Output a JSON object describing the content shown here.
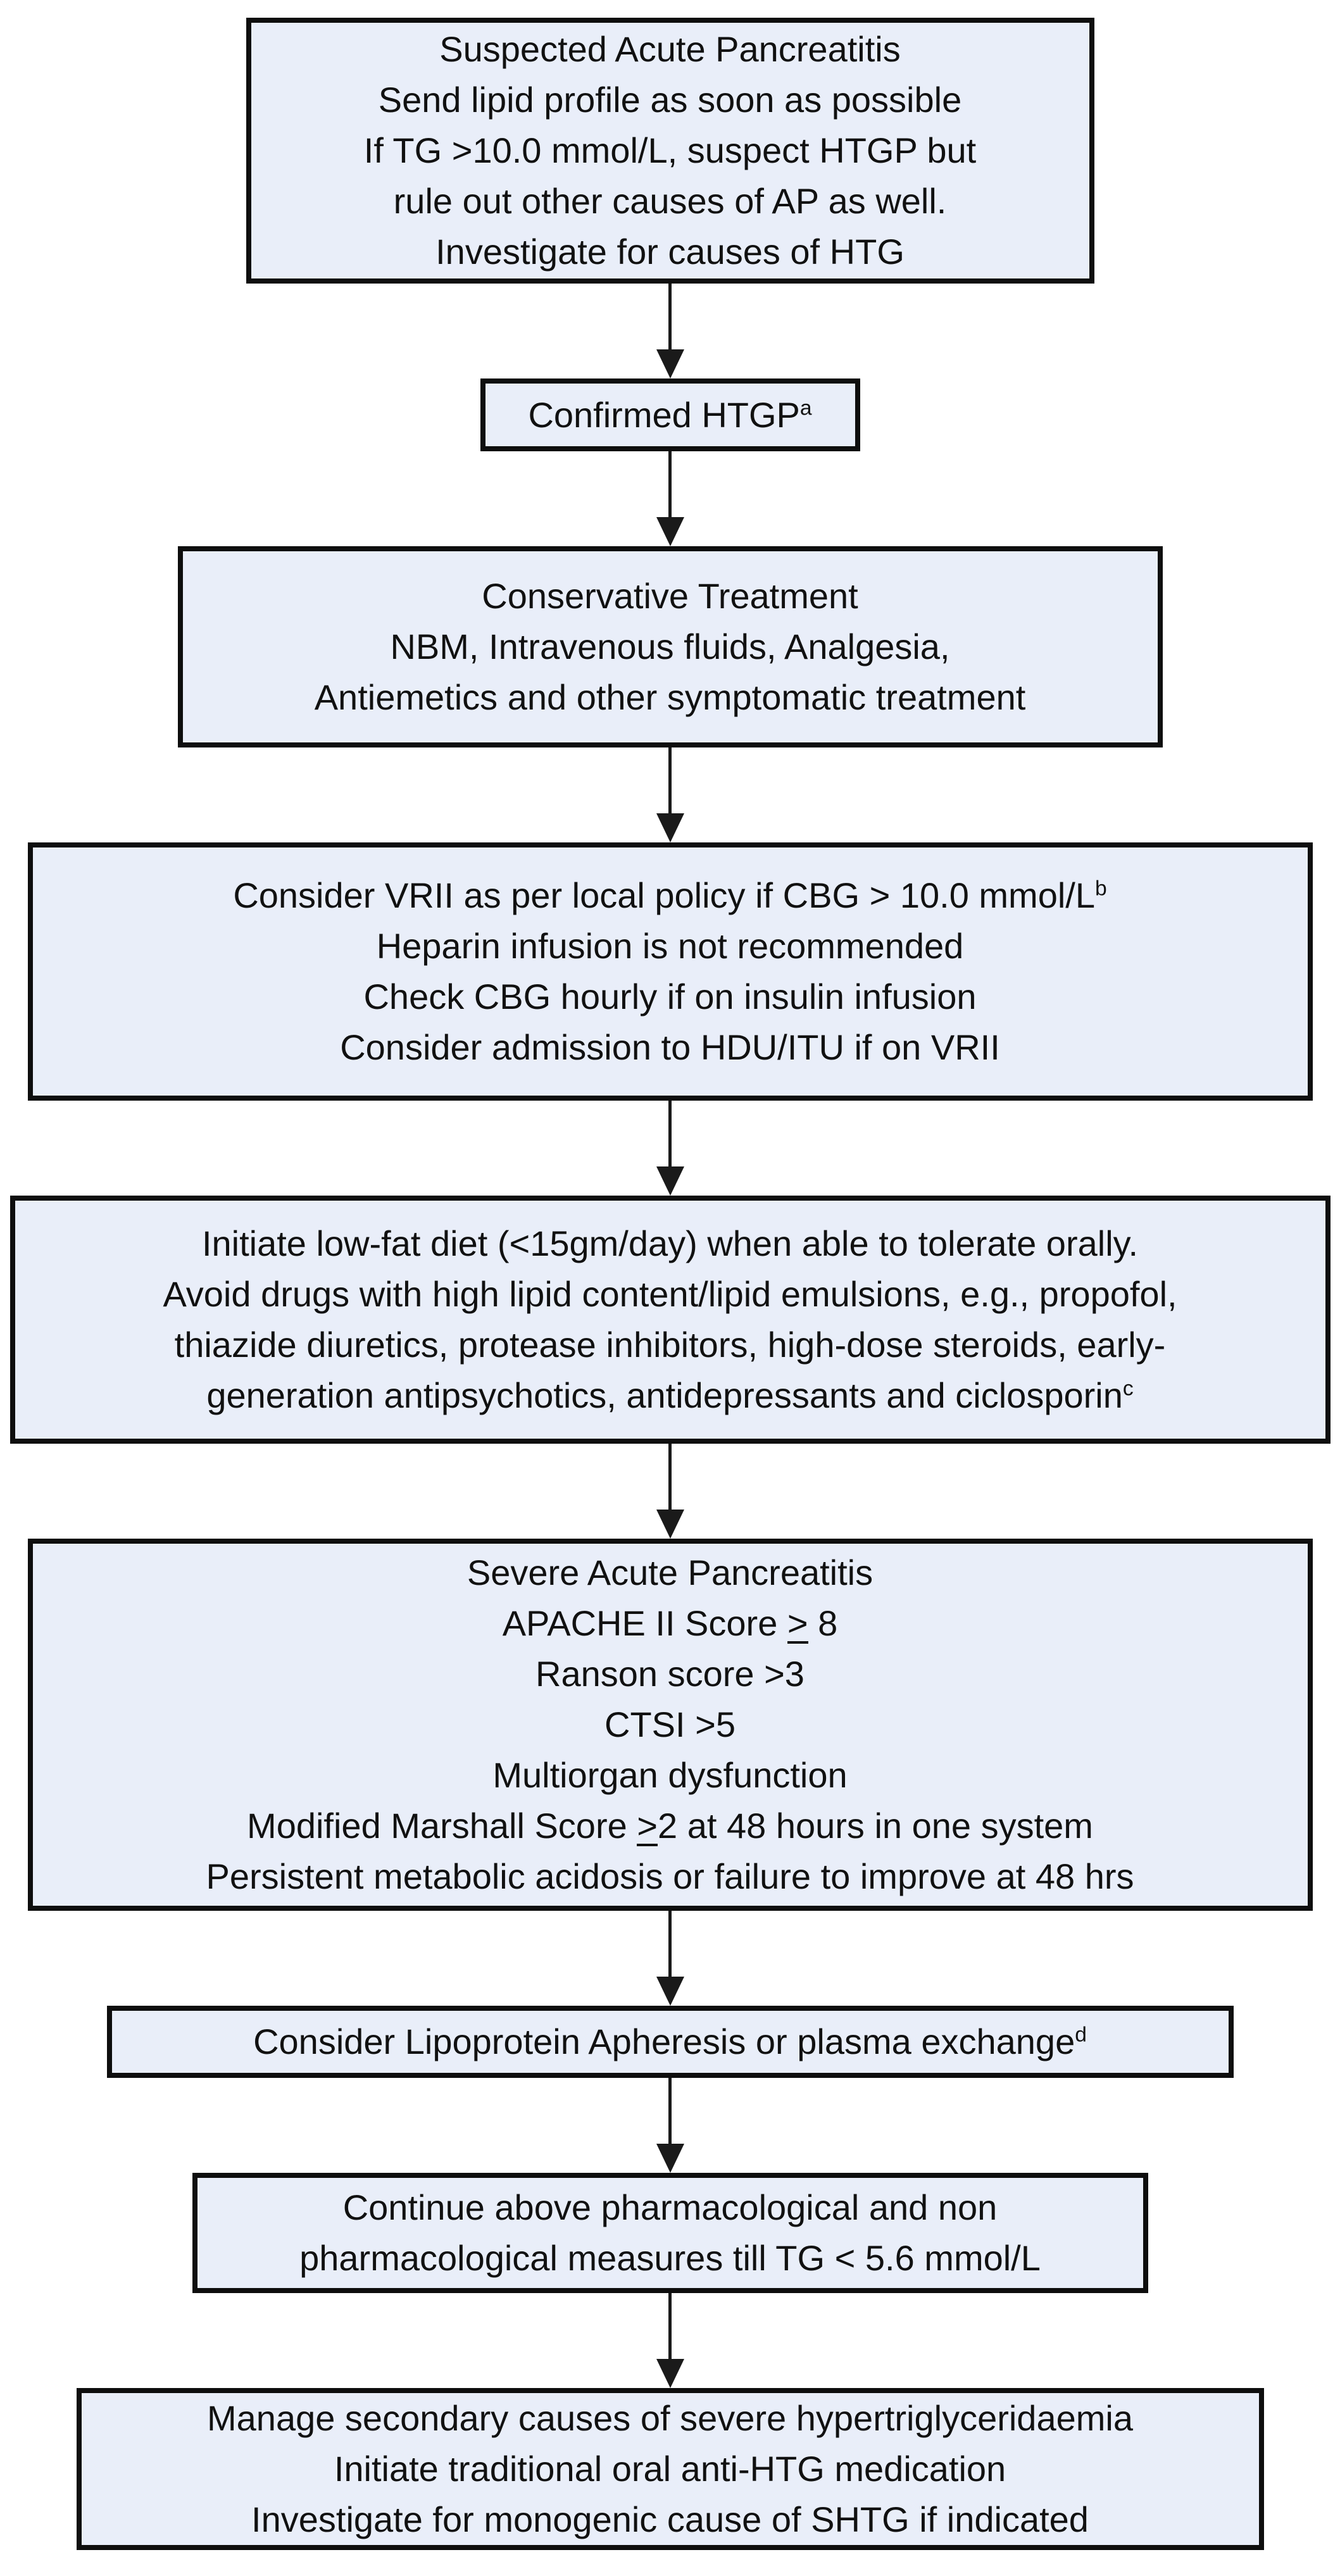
{
  "colors": {
    "background": "#ffffff",
    "box_fill": "#e9eef9",
    "box_border": "#0e0e0e",
    "text": "#111111",
    "arrow": "#1a1a1a"
  },
  "flowchart": {
    "boxes": [
      {
        "id": "suspected-acute-pancreatitis",
        "lines": [
          [
            {
              "t": "Suspected Acute Pancreatitis"
            }
          ],
          [
            {
              "t": "Send lipid profile as soon as possible"
            }
          ],
          [
            {
              "t": "If TG >10.0 mmol/L, suspect HTGP but"
            }
          ],
          [
            {
              "t": "rule out other causes  of AP as well."
            }
          ],
          [
            {
              "t": "Investigate for causes of HTG"
            }
          ]
        ]
      },
      {
        "id": "confirmed-htgp",
        "lines": [
          [
            {
              "t": "Confirmed HTGP"
            },
            {
              "t": "a",
              "sup": true
            }
          ]
        ]
      },
      {
        "id": "conservative-treatment",
        "lines": [
          [
            {
              "t": "Conservative Treatment"
            }
          ],
          [
            {
              "t": "NBM, Intravenous fluids, Analgesia,"
            }
          ],
          [
            {
              "t": "Antiemetics and other symptomatic treatment"
            }
          ]
        ]
      },
      {
        "id": "glycaemic-management-vrii",
        "lines": [
          [
            {
              "t": "Consider VRII as per local policy  if CBG > 10.0 mmol/L"
            },
            {
              "t": "b",
              "sup": true
            }
          ],
          [
            {
              "t": "Heparin infusion is not recommended"
            }
          ],
          [
            {
              "t": "Check CBG hourly if on insulin infusion"
            }
          ],
          [
            {
              "t": "Consider admission to HDU/ITU if on VRII"
            }
          ]
        ]
      },
      {
        "id": "low-fat-diet-drug-avoidance",
        "lines": [
          [
            {
              "t": "Initiate low-fat diet (<15gm/day) when able to tolerate orally."
            }
          ],
          [
            {
              "t": "Avoid drugs with high lipid content/lipid emulsions, e.g., propofol,"
            }
          ],
          [
            {
              "t": "thiazide diuretics, protease inhibitors, high-dose steroids, early-"
            }
          ],
          [
            {
              "t": "generation antipsychotics, antidepressants and ciclosporin"
            },
            {
              "t": "c",
              "sup": true
            }
          ]
        ]
      },
      {
        "id": "severe-acute-pancreatitis",
        "lines": [
          [
            {
              "t": "Severe Acute Pancreatitis"
            }
          ],
          [
            {
              "t": "APACHE II Score "
            },
            {
              "t": ">",
              "u": true
            },
            {
              "t": " 8"
            }
          ],
          [
            {
              "t": "Ranson score >3"
            }
          ],
          [
            {
              "t": "CTSI >5"
            }
          ],
          [
            {
              "t": "Multiorgan dysfunction"
            }
          ],
          [
            {
              "t": "Modified Marshall Score "
            },
            {
              "t": ">",
              "u": true
            },
            {
              "t": "2 at 48 hours in one system"
            }
          ],
          [
            {
              "t": "Persistent metabolic acidosis or failure  to improve at 48 hrs"
            }
          ]
        ]
      },
      {
        "id": "lipoprotein-apheresis-plasma-exchange",
        "lines": [
          [
            {
              "t": "Consider Lipoprotein Apheresis or plasma exchange"
            },
            {
              "t": "d",
              "sup": true
            }
          ]
        ]
      },
      {
        "id": "continue-measures-till-tg-target",
        "lines": [
          [
            {
              "t": "Continue above pharmacological and non"
            }
          ],
          [
            {
              "t": "pharmacological measures till TG < 5.6 mmol/L"
            }
          ]
        ]
      },
      {
        "id": "manage-secondary-causes",
        "lines": [
          [
            {
              "t": "Manage secondary causes of severe hypertriglyceridaemia"
            }
          ],
          [
            {
              "t": "Initiate traditional oral anti-HTG medication"
            }
          ],
          [
            {
              "t": "Investigate for monogenic cause of SHTG if indicated"
            }
          ]
        ]
      }
    ],
    "edges": [
      {
        "from": "suspected-acute-pancreatitis",
        "to": "confirmed-htgp"
      },
      {
        "from": "confirmed-htgp",
        "to": "conservative-treatment"
      },
      {
        "from": "conservative-treatment",
        "to": "glycaemic-management-vrii"
      },
      {
        "from": "glycaemic-management-vrii",
        "to": "low-fat-diet-drug-avoidance"
      },
      {
        "from": "low-fat-diet-drug-avoidance",
        "to": "severe-acute-pancreatitis"
      },
      {
        "from": "severe-acute-pancreatitis",
        "to": "lipoprotein-apheresis-plasma-exchange"
      },
      {
        "from": "lipoprotein-apheresis-plasma-exchange",
        "to": "continue-measures-till-tg-target"
      },
      {
        "from": "continue-measures-till-tg-target",
        "to": "manage-secondary-causes"
      }
    ]
  }
}
